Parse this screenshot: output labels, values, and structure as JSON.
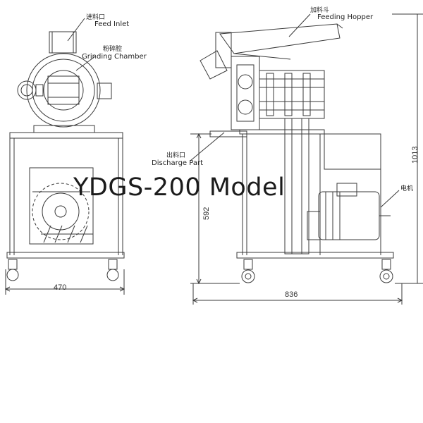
{
  "title": "YDGS-200 Model",
  "labels": {
    "feed_inlet_cn": "进料口",
    "feed_inlet_en": "Feed Inlet",
    "grinding_chamber_cn": "粉碎腔",
    "grinding_chamber_en": "Grinding Chamber",
    "feeding_hopper_cn": "加料斗",
    "feeding_hopper_en": "Feeding Hopper",
    "discharge_part_cn": "出料口",
    "discharge_part_en": "Discharge Part",
    "motor_cn": "电机"
  },
  "dimensions": {
    "front_width": "470",
    "side_width": "836",
    "height_592": "592",
    "height_total": "1013"
  },
  "colors": {
    "line": "#3a3a3a",
    "title": "#1b1b1b"
  }
}
